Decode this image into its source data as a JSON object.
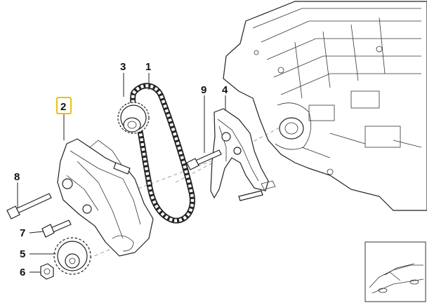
{
  "callouts": {
    "p1": "1",
    "p2": "2",
    "p3": "3",
    "p4": "4",
    "p5": "5",
    "p6": "6",
    "p7": "7",
    "p8": "8",
    "p9": "9"
  },
  "highlight": {
    "part": "2",
    "color": "#e8c40c"
  }
}
